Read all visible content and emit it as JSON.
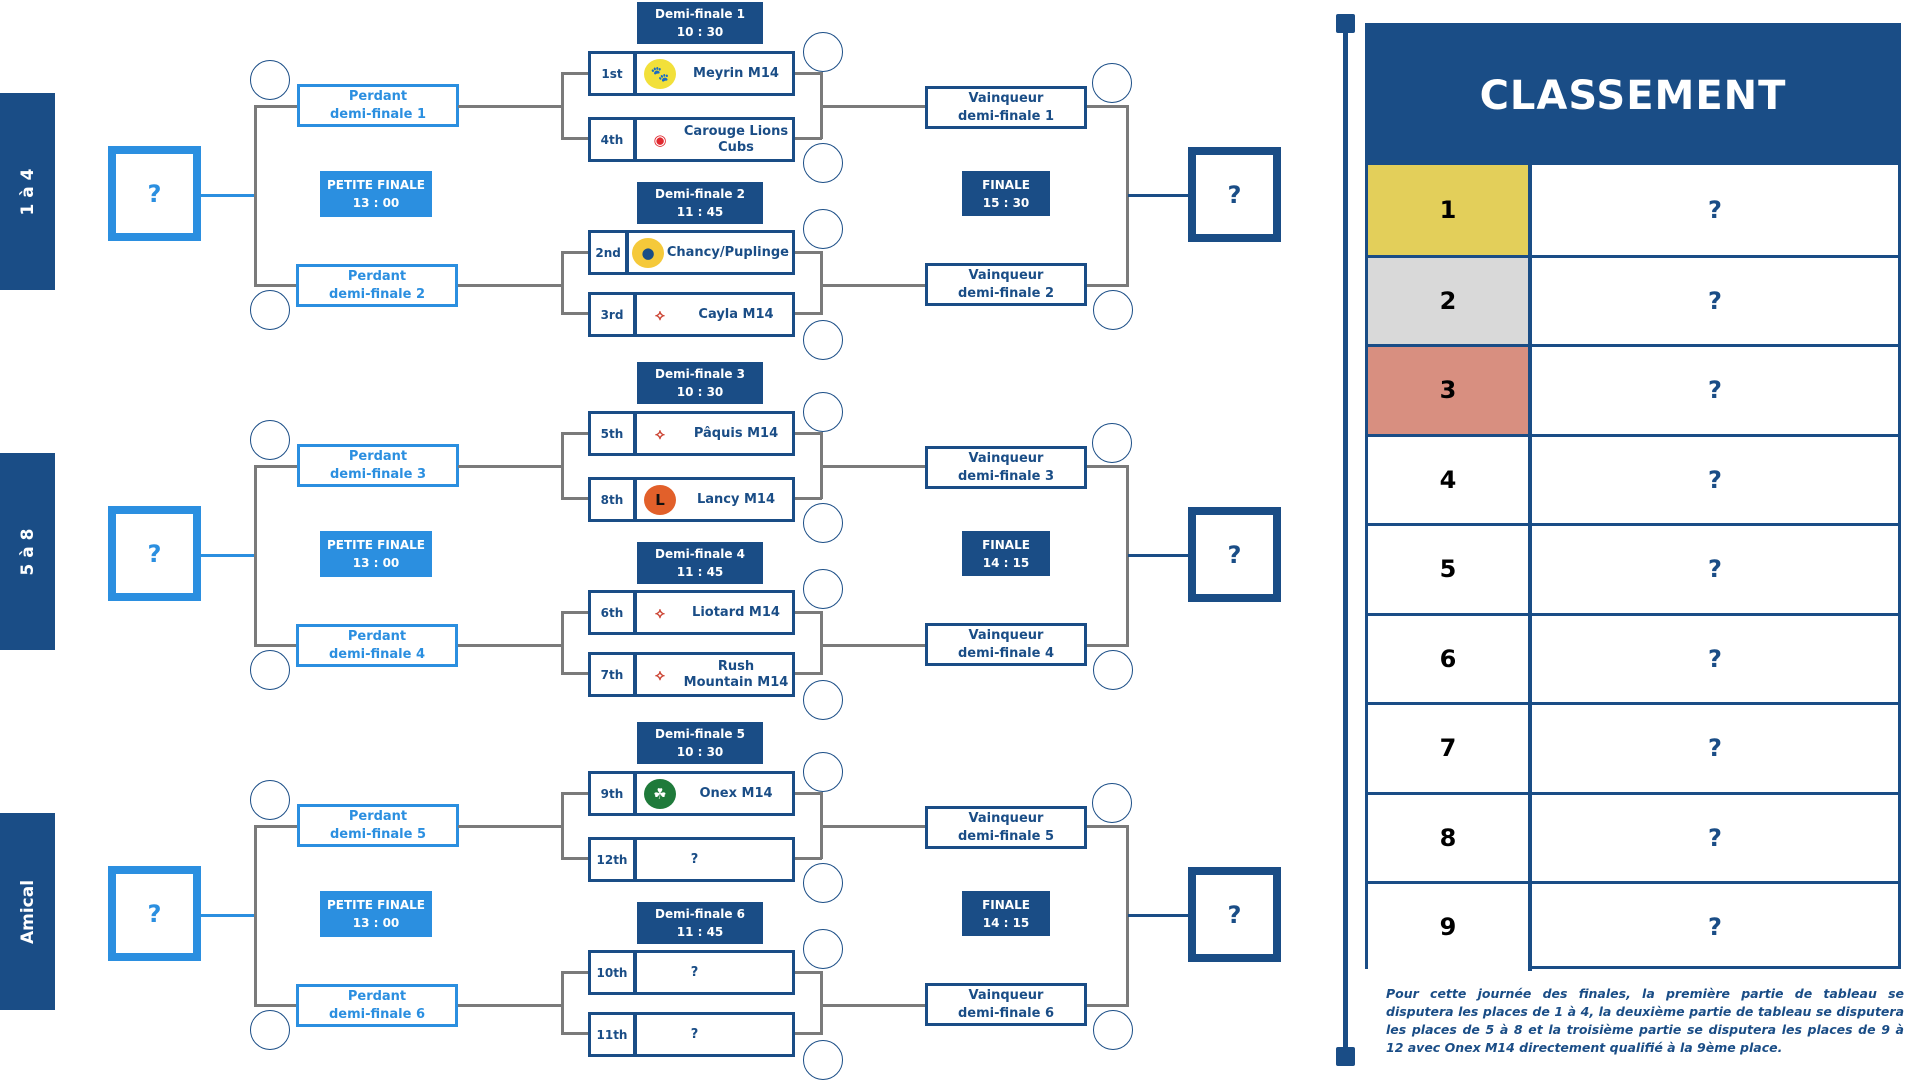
{
  "colors": {
    "navy": "#1a4d86",
    "light_blue": "#2b8fe0",
    "gold": "#e3cf5a",
    "silver": "#d9d9d9",
    "bronze": "#d88f80",
    "connector_gray": "#7a7a7a"
  },
  "sections": [
    {
      "side_label": "1 à 4",
      "left_winner": "?",
      "right_winner": "?",
      "petite_finale": {
        "title": "PETITE FINALE",
        "time": "13 : 00"
      },
      "finale": {
        "title": "FINALE",
        "time": "15 : 30"
      },
      "losers": [
        {
          "line1": "Perdant",
          "line2": "demi-finale 1"
        },
        {
          "line1": "Perdant",
          "line2": "demi-finale 2"
        }
      ],
      "winners": [
        {
          "line1": "Vainqueur",
          "line2": "demi-finale 1"
        },
        {
          "line1": "Vainqueur",
          "line2": "demi-finale 2"
        }
      ],
      "semis": [
        {
          "title": "Demi-finale 1",
          "time": "10 : 30",
          "teams": [
            {
              "rank": "1st",
              "name": "Meyrin M14",
              "logo": "panthers-logo"
            },
            {
              "rank": "4th",
              "name": "Carouge Lions Cubs",
              "logo": "carouge-logo"
            }
          ]
        },
        {
          "title": "Demi-finale 2",
          "time": "11 : 45",
          "teams": [
            {
              "rank": "2nd",
              "name": "Chancy/Puplinge",
              "logo": "puplinge-logo"
            },
            {
              "rank": "3rd",
              "name": "Cayla M14",
              "logo": "tchoukball-club-geneve-logo"
            }
          ]
        }
      ]
    },
    {
      "side_label": "5 à 8",
      "left_winner": "?",
      "right_winner": "?",
      "petite_finale": {
        "title": "PETITE FINALE",
        "time": "13 : 00"
      },
      "finale": {
        "title": "FINALE",
        "time": "14 : 15"
      },
      "losers": [
        {
          "line1": "Perdant",
          "line2": "demi-finale 3"
        },
        {
          "line1": "Perdant",
          "line2": "demi-finale 4"
        }
      ],
      "winners": [
        {
          "line1": "Vainqueur",
          "line2": "demi-finale 3"
        },
        {
          "line1": "Vainqueur",
          "line2": "demi-finale 4"
        }
      ],
      "semis": [
        {
          "title": "Demi-finale 3",
          "time": "10 : 30",
          "teams": [
            {
              "rank": "5th",
              "name": "Pâquis M14",
              "logo": "tchoukball-club-geneve-logo"
            },
            {
              "rank": "8th",
              "name": "Lancy M14",
              "logo": "lancy-logo"
            }
          ]
        },
        {
          "title": "Demi-finale 4",
          "time": "11 : 45",
          "teams": [
            {
              "rank": "6th",
              "name": "Liotard M14",
              "logo": "tchoukball-club-geneve-logo"
            },
            {
              "rank": "7th",
              "name": "Rush Mountain M14",
              "logo": "tchoukball-club-geneve-logo"
            }
          ]
        }
      ]
    },
    {
      "side_label": "Amical",
      "left_winner": "?",
      "right_winner": "?",
      "petite_finale": {
        "title": "PETITE FINALE",
        "time": "13 : 00"
      },
      "finale": {
        "title": "FINALE",
        "time": "14 : 15"
      },
      "losers": [
        {
          "line1": "Perdant",
          "line2": "demi-finale 5"
        },
        {
          "line1": "Perdant",
          "line2": "demi-finale 6"
        }
      ],
      "winners": [
        {
          "line1": "Vainqueur",
          "line2": "demi-finale 5"
        },
        {
          "line1": "Vainqueur",
          "line2": "demi-finale 6"
        }
      ],
      "semis": [
        {
          "title": "Demi-finale 5",
          "time": "10 : 30",
          "teams": [
            {
              "rank": "9th",
              "name": "Onex M14",
              "logo": "celtics-logo"
            },
            {
              "rank": "12th",
              "name": "?",
              "logo": ""
            }
          ]
        },
        {
          "title": "Demi-finale 6",
          "time": "11 : 45",
          "teams": [
            {
              "rank": "10th",
              "name": "?",
              "logo": ""
            },
            {
              "rank": "11th",
              "name": "?",
              "logo": ""
            }
          ]
        }
      ]
    }
  ],
  "classement": {
    "title": "CLASSEMENT",
    "rows": [
      {
        "rank": "1",
        "team": "?",
        "color": "#e3cf5a"
      },
      {
        "rank": "2",
        "team": "?",
        "color": "#d9d9d9"
      },
      {
        "rank": "3",
        "team": "?",
        "color": "#d88f80"
      },
      {
        "rank": "4",
        "team": "?",
        "color": "#ffffff"
      },
      {
        "rank": "5",
        "team": "?",
        "color": "#ffffff"
      },
      {
        "rank": "6",
        "team": "?",
        "color": "#ffffff"
      },
      {
        "rank": "7",
        "team": "?",
        "color": "#ffffff"
      },
      {
        "rank": "8",
        "team": "?",
        "color": "#ffffff"
      },
      {
        "rank": "9",
        "team": "?",
        "color": "#ffffff"
      }
    ],
    "note": "Pour cette journée des finales, la première partie de tableau se disputera les places de 1 à 4, la deuxième partie de tableau se disputera les places de 5 à 8 et la troisième partie se disputera les places de 9 à 12 avec Onex M14 directement qualifié à la 9ème place."
  }
}
